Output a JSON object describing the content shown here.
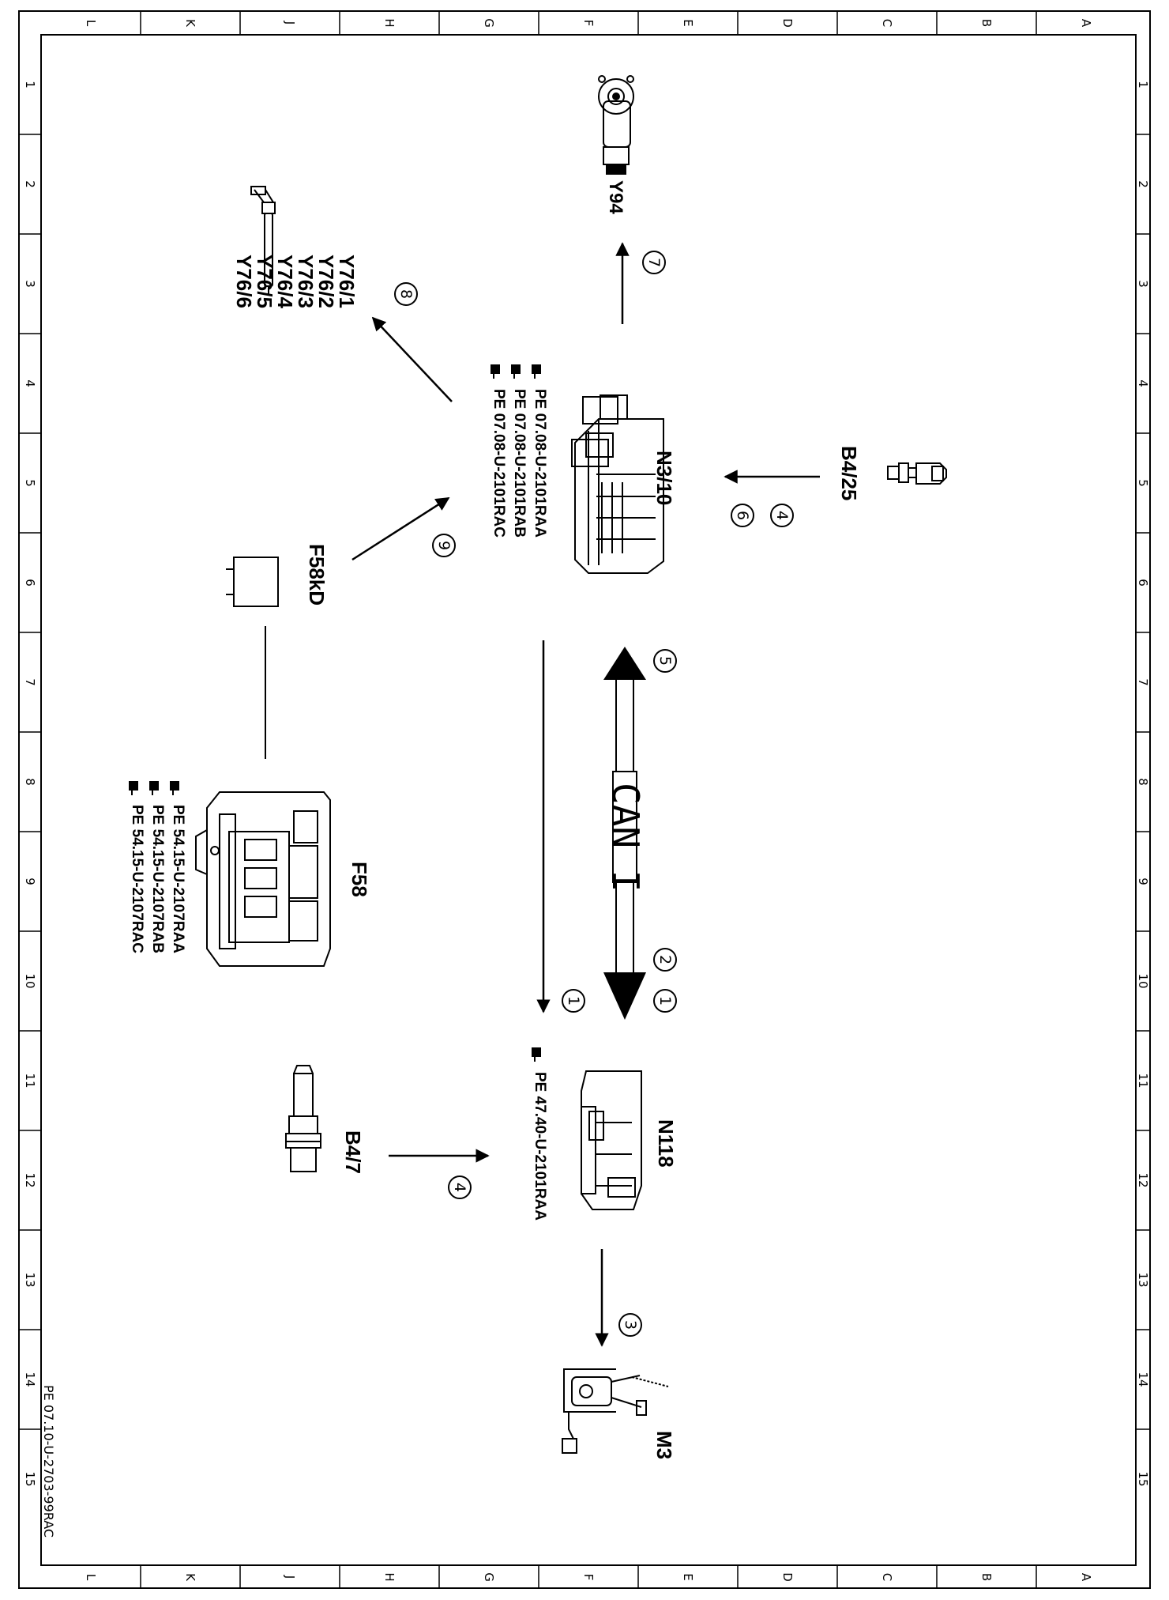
{
  "grid": {
    "letters": [
      "L",
      "K",
      "J",
      "H",
      "G",
      "F",
      "E",
      "D",
      "C",
      "B",
      "A"
    ],
    "numbers": [
      "1",
      "2",
      "3",
      "4",
      "5",
      "6",
      "7",
      "8",
      "9",
      "10",
      "11",
      "12",
      "13",
      "14",
      "15"
    ]
  },
  "components": {
    "y94": "Y94",
    "y76": [
      "Y76/1",
      "Y76/2",
      "Y76/3",
      "Y76/4",
      "Y76/5",
      "Y76/6"
    ],
    "n3_10": "N3/10",
    "n3_10_refs": [
      "PE 07.08-U-2101RAA",
      "PE 07.08-U-2101RAB",
      "PE 07.08-U-2101RAC"
    ],
    "b4_25": "B4/25",
    "f58kd": "F58kD",
    "f58": "F58",
    "f58_refs": [
      "PE 54.15-U-2107RAA",
      "PE 54.15-U-2107RAB",
      "PE 54.15-U-2107RAC"
    ],
    "can": "CAN I",
    "n118": "N118",
    "n118_refs": [
      "PE 47.40-U-2101RAA"
    ],
    "b4_7": "B4/7",
    "m3": "M3"
  },
  "callouts": [
    "7",
    "8",
    "4",
    "6",
    "9",
    "5",
    "2",
    "1",
    "1",
    "4",
    "3"
  ],
  "doc_id": "PE 07.10-U-2703-99RAC"
}
